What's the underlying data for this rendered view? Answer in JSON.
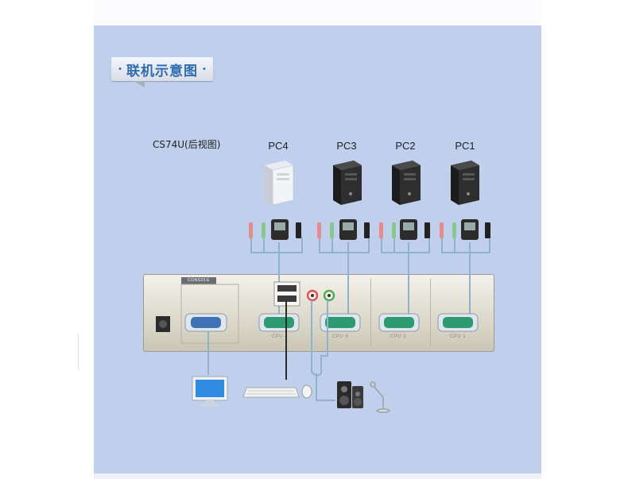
{
  "header": {
    "title": "联机示意图",
    "bullet": "•"
  },
  "device": {
    "model": "CS74U(后视图)",
    "console_label": "CONSOLE"
  },
  "pcs": [
    {
      "label": "PC4",
      "icon": "pc-tower-silver-icon",
      "port": "CPU 4"
    },
    {
      "label": "PC3",
      "icon": "pc-tower-black-icon",
      "port": "CPU 3"
    },
    {
      "label": "PC2",
      "icon": "pc-tower-black-icon",
      "port": "CPU 2"
    },
    {
      "label": "PC1",
      "icon": "pc-tower-black-icon",
      "port": "CPU 1"
    }
  ],
  "peripherals": [
    "monitor-icon",
    "keyboard-icon",
    "mouse-icon",
    "speakers-icon",
    "microphone-icon"
  ],
  "colors": {
    "panel": "#bfcfec",
    "title": "#2d6cb3",
    "port_green": "#2e9a72",
    "cable": "#8fb3c9"
  }
}
